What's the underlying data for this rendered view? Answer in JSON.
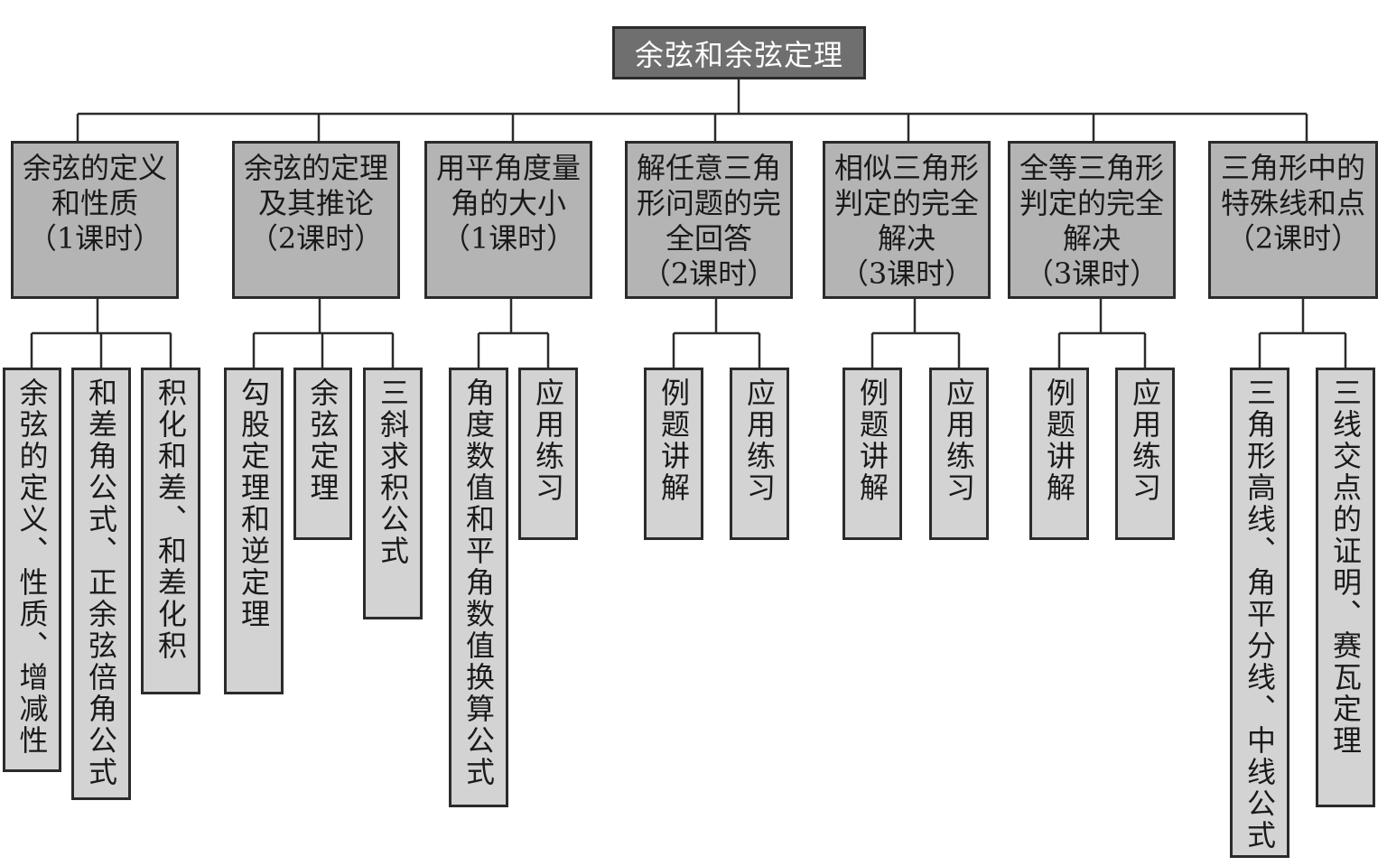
{
  "root": {
    "label": "余弦和余弦定理"
  },
  "topics": [
    {
      "lines": [
        "余弦的定义",
        "和性质",
        "（1课时）"
      ],
      "subtopics": [
        "余弦的定义、性质、增减性",
        "和差角公式、正余弦倍角公式",
        "积化和差、和差化积"
      ]
    },
    {
      "lines": [
        "余弦的定理",
        "及其推论",
        "（2课时）"
      ],
      "subtopics": [
        "勾股定理和逆定理",
        "余弦定理",
        "三斜求积公式"
      ]
    },
    {
      "lines": [
        "用平角度量",
        "角的大小",
        "（1课时）"
      ],
      "subtopics": [
        "角度数值和平角数值换算公式",
        "应用练习"
      ]
    },
    {
      "lines": [
        "解任意三角",
        "形问题的完",
        "全回答",
        "（2课时）"
      ],
      "subtopics": [
        "例题讲解",
        "应用练习"
      ]
    },
    {
      "lines": [
        "相似三角形",
        "判定的完全",
        "解决",
        "（3课时）"
      ],
      "subtopics": [
        "例题讲解",
        "应用练习"
      ]
    },
    {
      "lines": [
        "全等三角形",
        "判定的完全",
        "解决",
        "（3课时）"
      ],
      "subtopics": [
        "例题讲解",
        "应用练习"
      ]
    },
    {
      "lines": [
        "三角形中的",
        "特殊线和点",
        "（2课时）"
      ],
      "subtopics": [
        "三角形高线、角平分线、中线公式",
        "三线交点的证明、赛瓦定理"
      ]
    }
  ]
}
